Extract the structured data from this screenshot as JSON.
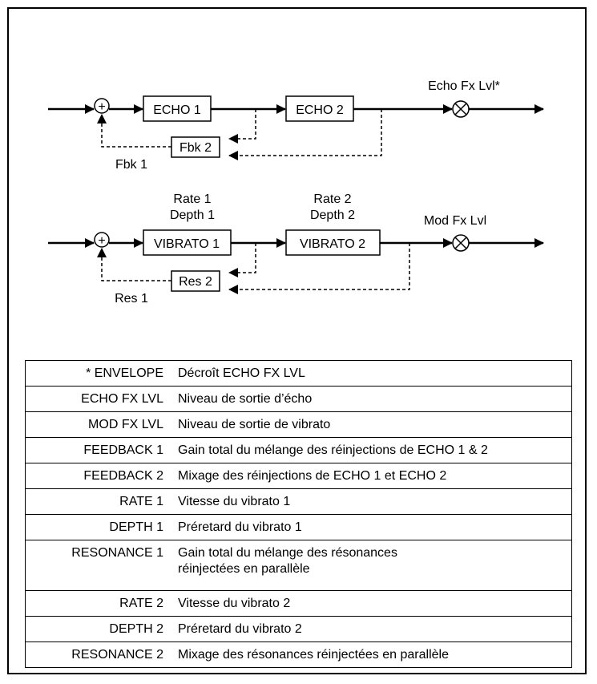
{
  "diagram": {
    "echo_chain": {
      "block1": "ECHO 1",
      "block2": "ECHO 2",
      "feedback_block": "Fbk 2",
      "feedback_label": "Fbk 1",
      "output_label": "Echo Fx Lvl*",
      "sum_symbol": "+"
    },
    "vibrato_chain": {
      "block1": "VIBRATO 1",
      "block2": "VIBRATO 2",
      "feedback_block": "Res 2",
      "feedback_label": "Res 1",
      "output_label": "Mod Fx Lvl",
      "param1_line1": "Rate 1",
      "param1_line2": "Depth 1",
      "param2_line1": "Rate 2",
      "param2_line2": "Depth 2",
      "sum_symbol": "+"
    }
  },
  "legend": {
    "rows": [
      {
        "key": "* ENVELOPE",
        "value": "Décroît ECHO FX LVL"
      },
      {
        "key": "ECHO FX LVL",
        "value": "Niveau de sortie d’écho"
      },
      {
        "key": "MOD FX LVL",
        "value": "Niveau de sortie de vibrato"
      },
      {
        "key": "FEEDBACK 1",
        "value": "Gain total du mélange des réinjections de ECHO 1 & 2"
      },
      {
        "key": "FEEDBACK 2",
        "value": "Mixage des réinjections de ECHO 1 et ECHO 2"
      },
      {
        "key": "RATE 1",
        "value": "Vitesse du vibrato 1"
      },
      {
        "key": "DEPTH 1",
        "value": "Préretard du vibrato 1"
      },
      {
        "key": "RESONANCE 1",
        "value": "Gain total du mélange des résonances\nréinjectées en parallèle"
      },
      {
        "key": "RATE 2",
        "value": "Vitesse du vibrato 2"
      },
      {
        "key": "DEPTH 2",
        "value": "Préretard du vibrato 2"
      },
      {
        "key": "RESONANCE 2",
        "value": "Mixage des résonances réinjectées en parallèle"
      }
    ]
  }
}
